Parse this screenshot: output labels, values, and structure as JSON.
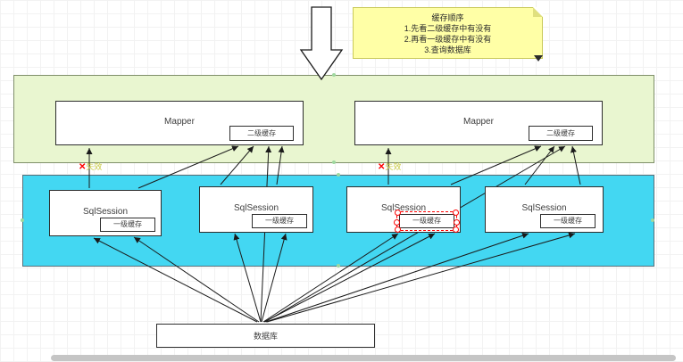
{
  "note": {
    "title": "缓存顺序",
    "lines": [
      "1.先看二级缓存中有没有",
      "2.再看一级缓存中有没有",
      "3.查询数据库"
    ]
  },
  "mappers": [
    {
      "label": "Mapper",
      "cache_label": "二级缓存"
    },
    {
      "label": "Mapper",
      "cache_label": "二级缓存"
    }
  ],
  "sessions": [
    {
      "label": "SqlSession",
      "cache_label": "一级缓存"
    },
    {
      "label": "SqlSession",
      "cache_label": "一级缓存"
    },
    {
      "label": "SqlSession",
      "cache_label": "一级缓存"
    },
    {
      "label": "SqlSession",
      "cache_label": "一级缓存"
    }
  ],
  "database": {
    "label": "数据库"
  },
  "invalidate": {
    "mark": "✕",
    "label": "失效"
  },
  "colors": {
    "mapper_layer_fill": "#e9f6d0",
    "session_layer_fill": "#43d7f2",
    "note_fill": "#ffffa6",
    "selection_red": "#ff0000",
    "edge_color": "#1a1a1a"
  }
}
